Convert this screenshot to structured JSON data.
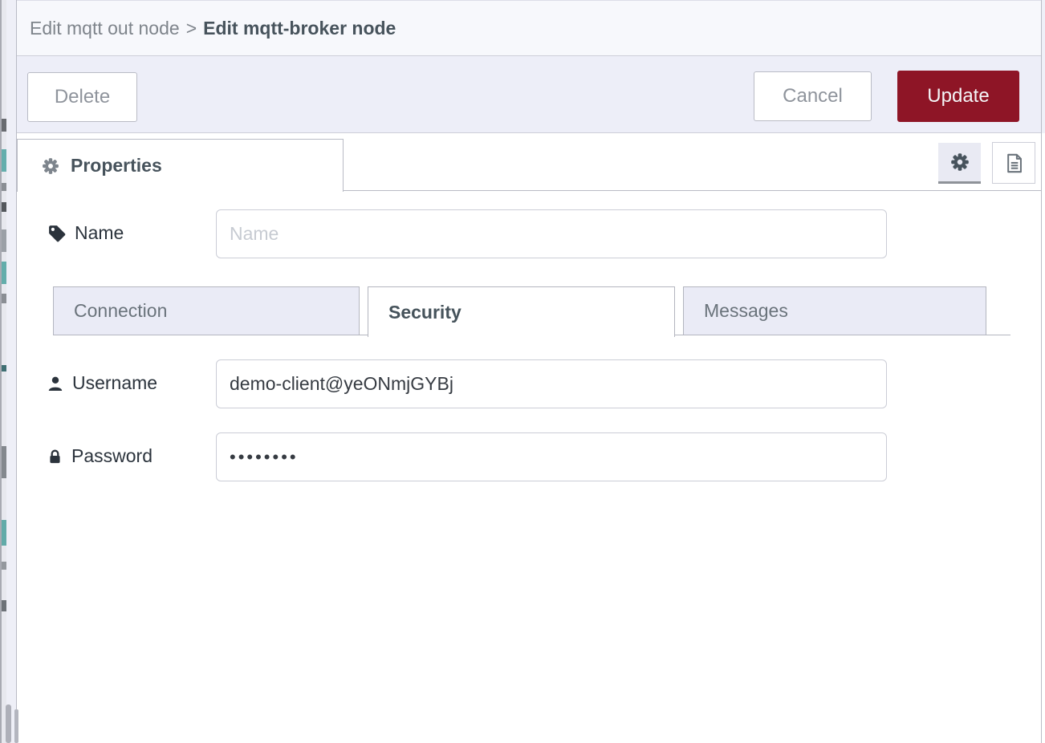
{
  "window": {
    "breadcrumb": {
      "parent": "Edit mqtt out node",
      "separator": ">",
      "current": "Edit mqtt-broker node"
    }
  },
  "toolbar": {
    "delete_label": "Delete",
    "cancel_label": "Cancel",
    "update_label": "Update"
  },
  "editor": {
    "properties_tab_label": "Properties",
    "icon_buttons": [
      {
        "icon": "gear-icon",
        "active": true
      },
      {
        "icon": "description-icon",
        "active": false
      }
    ]
  },
  "form": {
    "name": {
      "label": "Name",
      "placeholder": "Name",
      "value": "",
      "icon": "tag-icon"
    },
    "broker_tabs": [
      {
        "label": "Connection",
        "active": false
      },
      {
        "label": "Security",
        "active": true
      },
      {
        "label": "Messages",
        "active": false
      }
    ],
    "username": {
      "label": "Username",
      "value": "demo-client@yeONmjGYBj",
      "icon": "user-icon"
    },
    "password": {
      "label": "Password",
      "masked_value": "••••••••",
      "masked_length": 8,
      "icon": "lock-icon"
    }
  },
  "colors": {
    "accent_red": "#8E1526",
    "panel_border": "#B9BBC5",
    "toolbar_bg": "#EDEEF8",
    "header_bg": "#F7F8FC",
    "tab_inactive_bg": "#EAEBF6",
    "dark_slate_text": "#47535C",
    "gray_text": "#8F949C",
    "palette_teal": "#63ADAB"
  }
}
